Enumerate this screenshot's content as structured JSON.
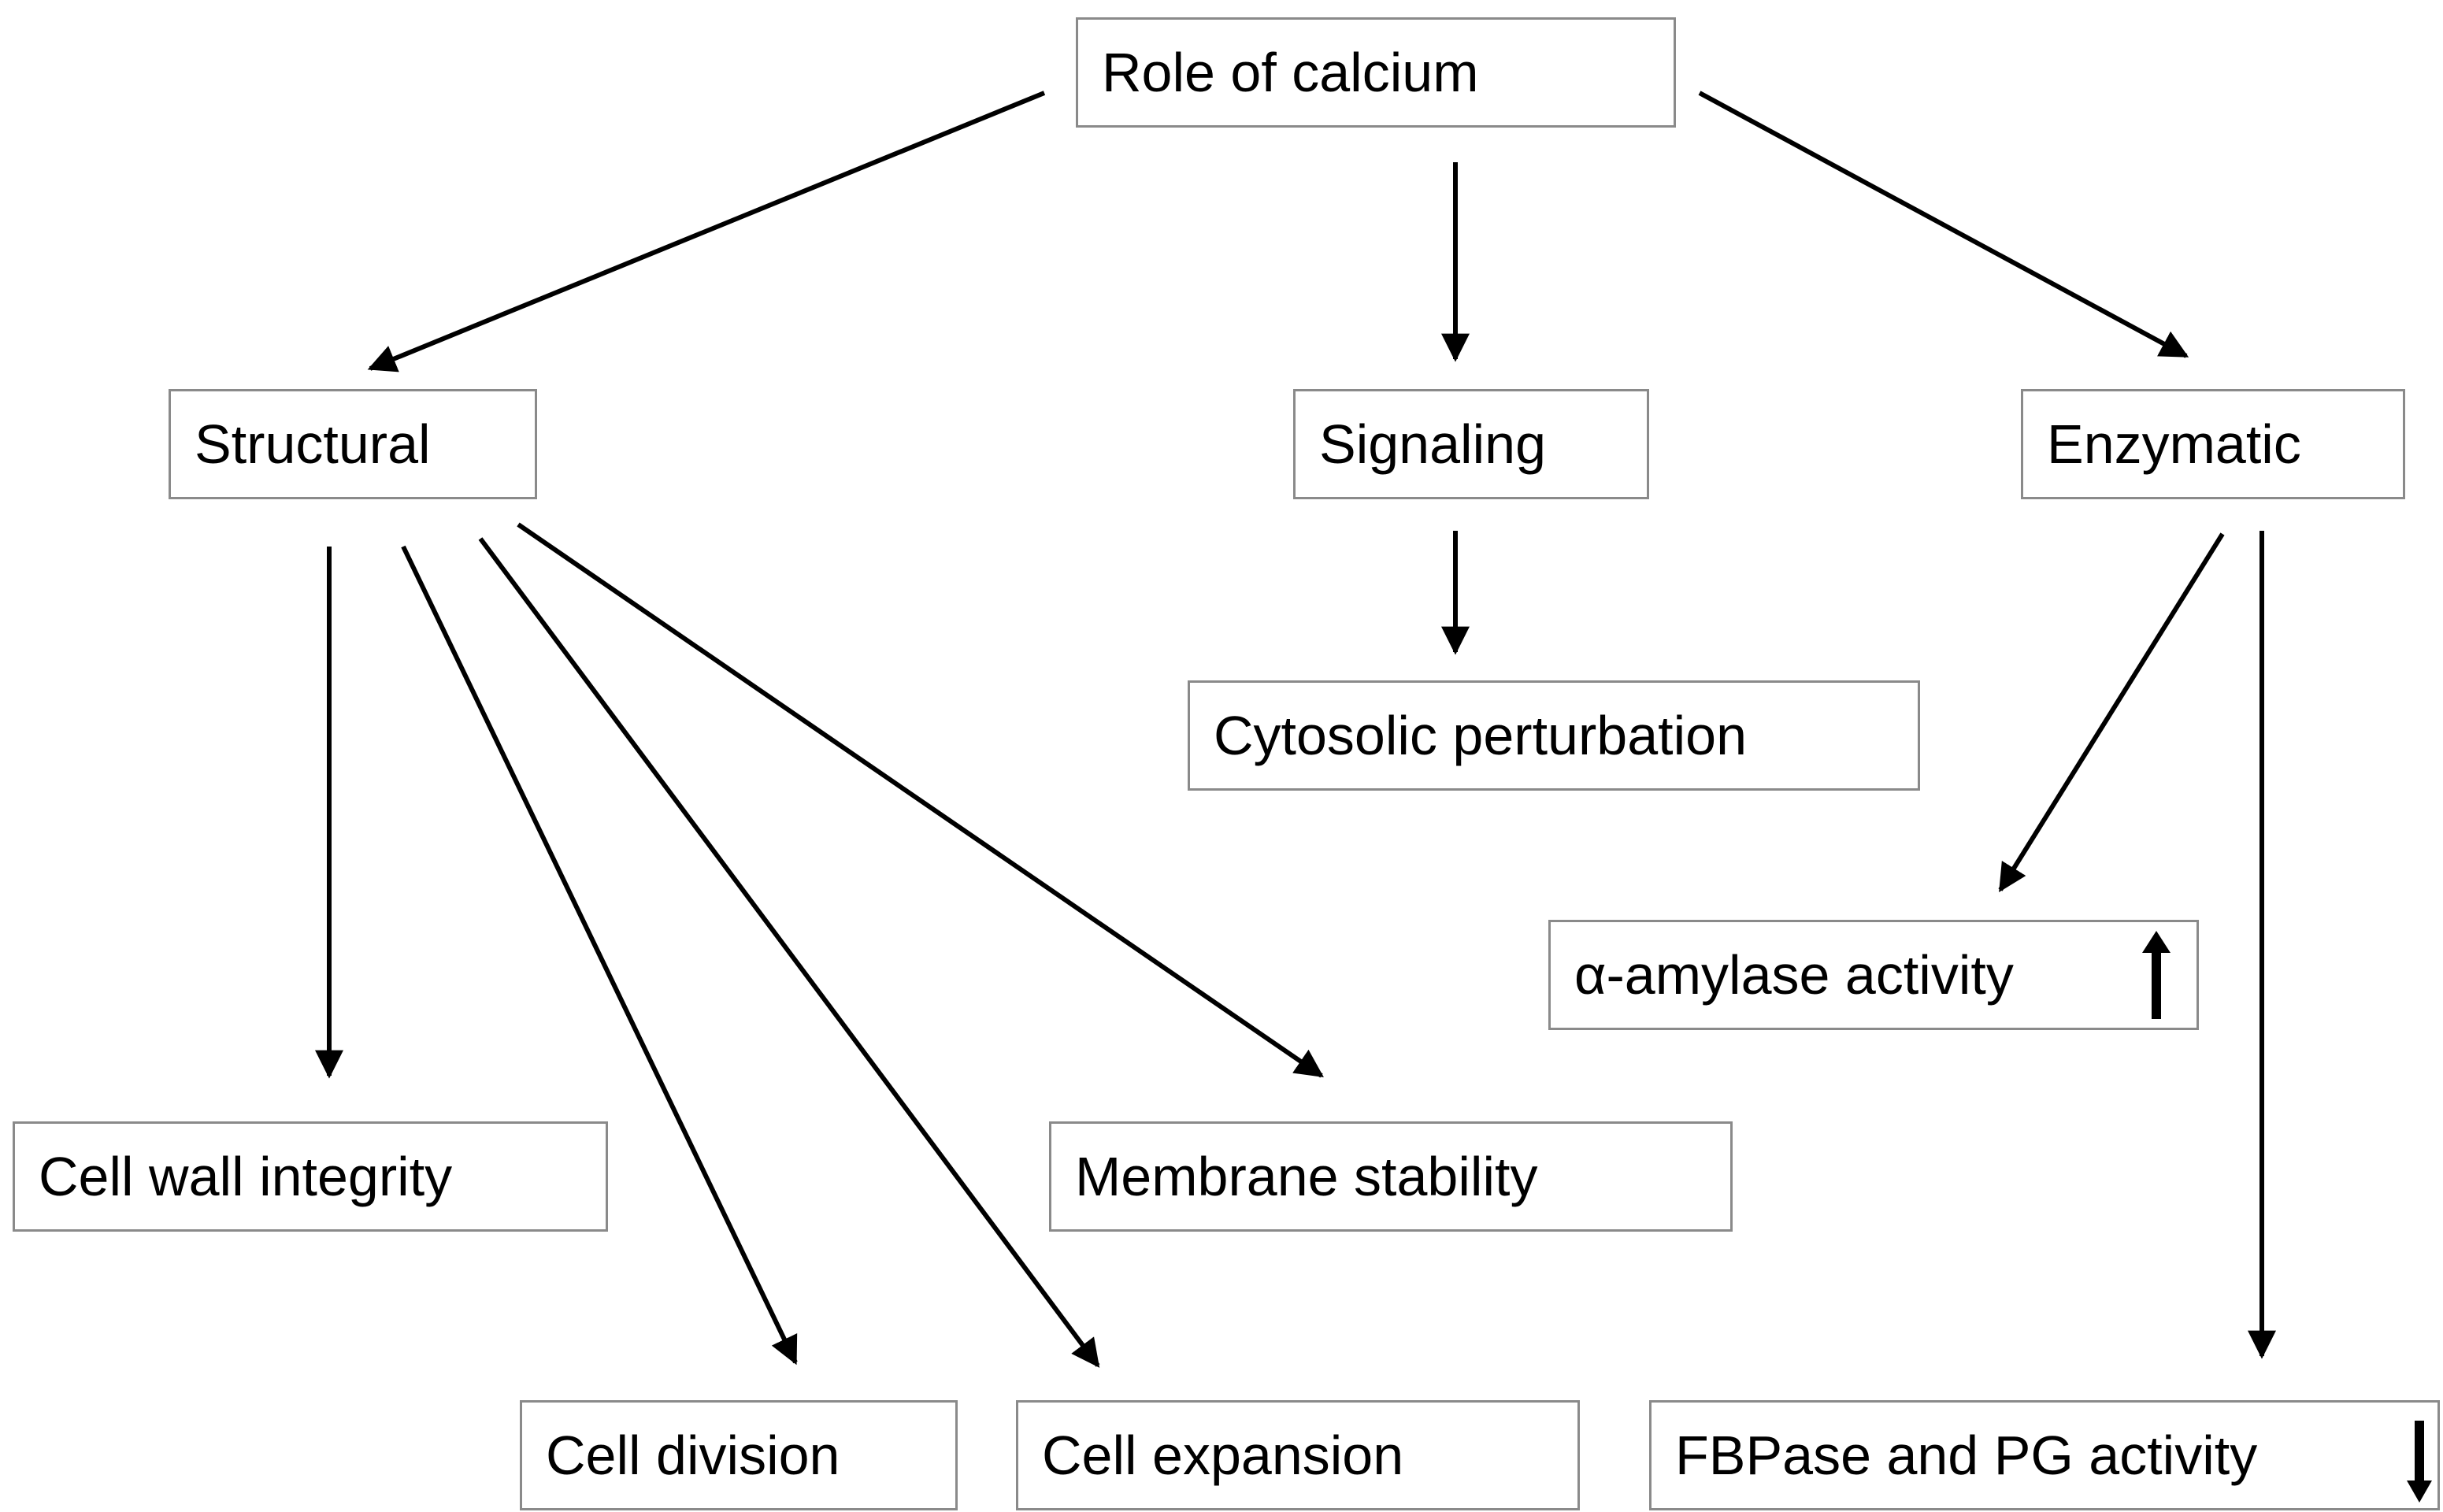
{
  "diagram": {
    "nodes": {
      "root": "Role of calcium",
      "structural": "Structural",
      "signaling": "Signaling",
      "enzymatic": "Enzymatic",
      "cytosolic": "Cytosolic perturbation",
      "amylase": "α-amylase activity",
      "cellwall": "Cell wall integrity",
      "membrane": "Membrane stability",
      "division": "Cell division",
      "expansion": "Cell expansion",
      "fbpase": "FBPase and PG activity"
    },
    "edges": [
      {
        "from": "root",
        "to": "structural"
      },
      {
        "from": "root",
        "to": "signaling"
      },
      {
        "from": "root",
        "to": "enzymatic"
      },
      {
        "from": "signaling",
        "to": "cytosolic"
      },
      {
        "from": "structural",
        "to": "cellwall"
      },
      {
        "from": "structural",
        "to": "division"
      },
      {
        "from": "structural",
        "to": "expansion"
      },
      {
        "from": "structural",
        "to": "membrane"
      },
      {
        "from": "enzymatic",
        "to": "amylase"
      },
      {
        "from": "enzymatic",
        "to": "fbpase"
      }
    ],
    "trends": {
      "amylase": "up-arrow-icon",
      "fbpase": "down-arrow-icon"
    },
    "colors": {
      "box_border": "#8a8a8a",
      "arrow": "#000000"
    }
  }
}
